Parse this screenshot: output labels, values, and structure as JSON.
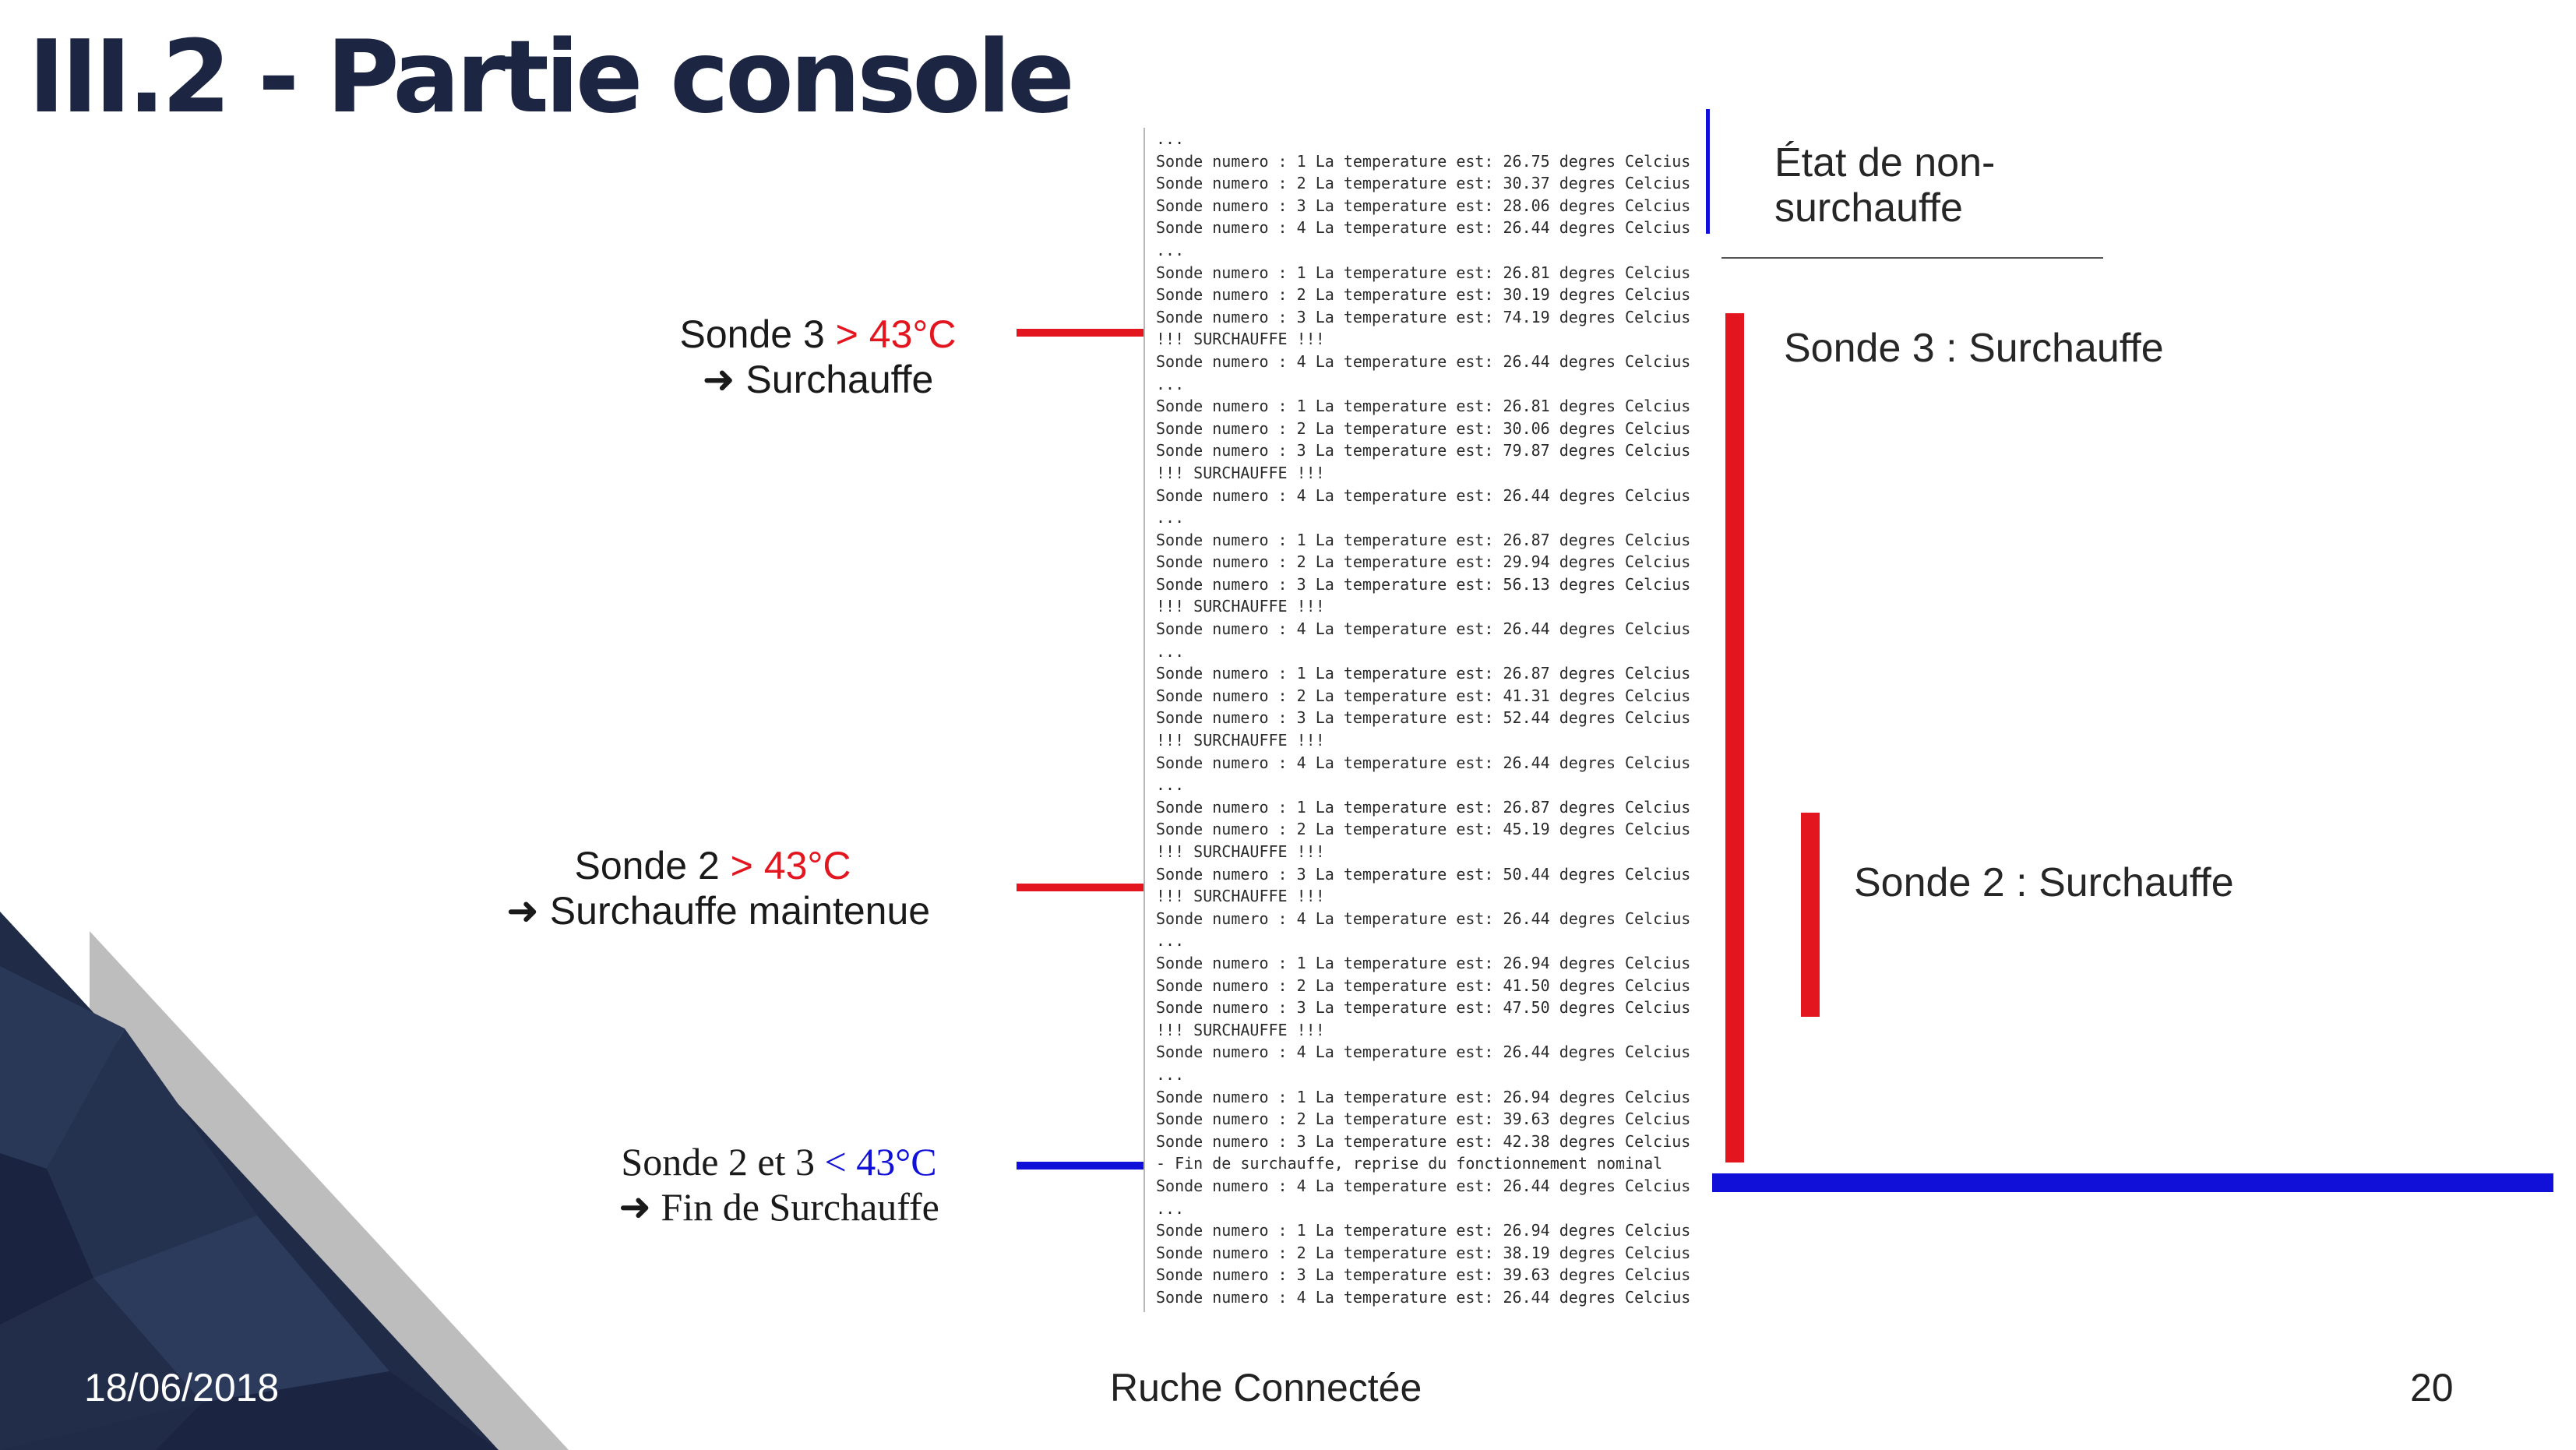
{
  "slide": {
    "title": "III.2 - Partie console",
    "footer": {
      "date": "18/06/2018",
      "center": "Ruche Connectée",
      "page": "20"
    }
  },
  "annotations": [
    {
      "line1_prefix": "Sonde 3 ",
      "line1_value": "> 43°C",
      "line2": "➜ Surchauffe"
    },
    {
      "line1_prefix": "Sonde 2 ",
      "line1_value": "> 43°C",
      "line2": "➜ Surchauffe maintenue"
    },
    {
      "line1_prefix": "Sonde 2 et 3 ",
      "line1_value": "< 43°C",
      "line2": "➜ Fin de Surchauffe"
    }
  ],
  "states": {
    "normal": "État de non-surchauffe",
    "normal_line1": "État de non-",
    "normal_line2": "surchauffe",
    "sonde3": "Sonde 3 : Surchauffe",
    "sonde2": "Sonde 2 : Surchauffe"
  },
  "colors": {
    "red": "#e3161f",
    "blue": "#1010d8",
    "title": "#1c2541"
  },
  "console_lines": [
    "...",
    "Sonde numero : 1 La temperature est: 26.75 degres Celcius",
    "Sonde numero : 2 La temperature est: 30.37 degres Celcius",
    "Sonde numero : 3 La temperature est: 28.06 degres Celcius",
    "Sonde numero : 4 La temperature est: 26.44 degres Celcius",
    "...",
    "Sonde numero : 1 La temperature est: 26.81 degres Celcius",
    "Sonde numero : 2 La temperature est: 30.19 degres Celcius",
    "Sonde numero : 3 La temperature est: 74.19 degres Celcius",
    "!!! SURCHAUFFE !!!",
    "Sonde numero : 4 La temperature est: 26.44 degres Celcius",
    "...",
    "Sonde numero : 1 La temperature est: 26.81 degres Celcius",
    "Sonde numero : 2 La temperature est: 30.06 degres Celcius",
    "Sonde numero : 3 La temperature est: 79.87 degres Celcius",
    "!!! SURCHAUFFE !!!",
    "Sonde numero : 4 La temperature est: 26.44 degres Celcius",
    "...",
    "Sonde numero : 1 La temperature est: 26.87 degres Celcius",
    "Sonde numero : 2 La temperature est: 29.94 degres Celcius",
    "Sonde numero : 3 La temperature est: 56.13 degres Celcius",
    "!!! SURCHAUFFE !!!",
    "Sonde numero : 4 La temperature est: 26.44 degres Celcius",
    "...",
    "Sonde numero : 1 La temperature est: 26.87 degres Celcius",
    "Sonde numero : 2 La temperature est: 41.31 degres Celcius",
    "Sonde numero : 3 La temperature est: 52.44 degres Celcius",
    "!!! SURCHAUFFE !!!",
    "Sonde numero : 4 La temperature est: 26.44 degres Celcius",
    "...",
    "Sonde numero : 1 La temperature est: 26.87 degres Celcius",
    "Sonde numero : 2 La temperature est: 45.19 degres Celcius",
    "!!! SURCHAUFFE !!!",
    "Sonde numero : 3 La temperature est: 50.44 degres Celcius",
    "!!! SURCHAUFFE !!!",
    "Sonde numero : 4 La temperature est: 26.44 degres Celcius",
    "...",
    "Sonde numero : 1 La temperature est: 26.94 degres Celcius",
    "Sonde numero : 2 La temperature est: 41.50 degres Celcius",
    "Sonde numero : 3 La temperature est: 47.50 degres Celcius",
    "!!! SURCHAUFFE !!!",
    "Sonde numero : 4 La temperature est: 26.44 degres Celcius",
    "...",
    "Sonde numero : 1 La temperature est: 26.94 degres Celcius",
    "Sonde numero : 2 La temperature est: 39.63 degres Celcius",
    "Sonde numero : 3 La temperature est: 42.38 degres Celcius",
    "- Fin de surchauffe, reprise du fonctionnement nominal",
    "Sonde numero : 4 La temperature est: 26.44 degres Celcius",
    "...",
    "Sonde numero : 1 La temperature est: 26.94 degres Celcius",
    "Sonde numero : 2 La temperature est: 38.19 degres Celcius",
    "Sonde numero : 3 La temperature est: 39.63 degres Celcius",
    "Sonde numero : 4 La temperature est: 26.44 degres Celcius"
  ]
}
